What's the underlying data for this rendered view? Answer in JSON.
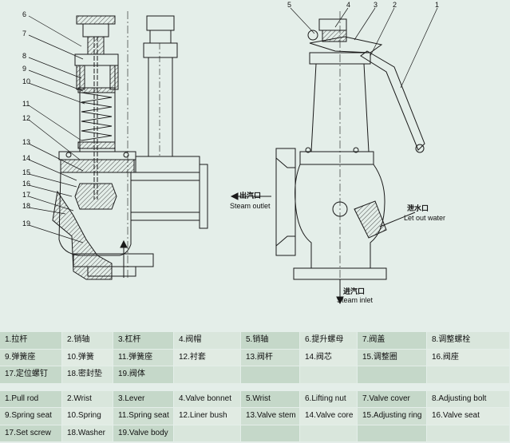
{
  "callouts_left": [
    "6",
    "7",
    "8",
    "9",
    "10",
    "11",
    "12",
    "13",
    "14",
    "15",
    "16",
    "17",
    "18",
    "19"
  ],
  "callouts_right": [
    "5",
    "4",
    "3",
    "2",
    "1"
  ],
  "drawing_labels": {
    "steam_outlet_cn": "出汽口",
    "steam_outlet_en": "Steam outlet",
    "let_out_water_cn": "泄水口",
    "let_out_water_en": "Let out water",
    "steam_inlet_cn": "进汽口",
    "steam_inlet_en": "Steam inlet"
  },
  "parts_cn": [
    [
      "1.拉杆",
      "2.销轴",
      "3.杠杆",
      "4.阀帽",
      "5.销轴",
      "6.提升螺母",
      "7.阀盖",
      "8.调整螺栓"
    ],
    [
      "9.弹簧座",
      "10.弹簧",
      "11.弹簧座",
      "12.衬套",
      "13.阀杆",
      "14.阀芯",
      "15.调整圈",
      "16.阀座"
    ],
    [
      "17.定位螺钉",
      "18.密封垫",
      "19.阀体",
      "",
      "",
      "",
      "",
      ""
    ]
  ],
  "parts_en": [
    [
      "1.Pull rod",
      "2.Wrist",
      "3.Lever",
      "4.Valve bonnet",
      "5.Wrist",
      "6.Lifting nut",
      "7.Valve cover",
      "8.Adjusting bolt"
    ],
    [
      "9.Spring seat",
      "10.Spring",
      "11.Spring seat",
      "12.Liner bush",
      "13.Valve stem",
      "14.Valve core",
      "15.Adjusting ring",
      "16.Valve seat"
    ],
    [
      "17.Set screw",
      "18.Washer",
      "19.Valve body",
      "",
      "",
      "",
      "",
      ""
    ]
  ]
}
